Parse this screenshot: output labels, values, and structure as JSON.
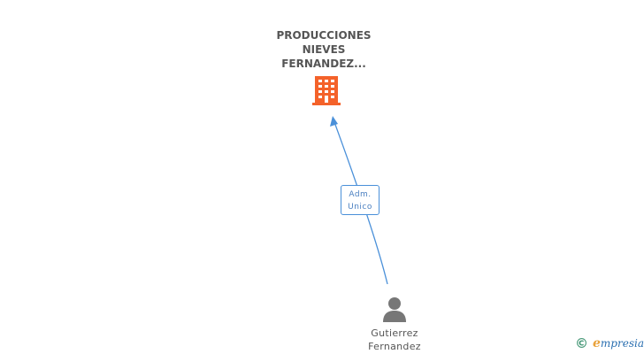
{
  "company": {
    "name": "PRODUCCIONES\nNIEVES\nFERNANDEZ...",
    "icon": "building-icon",
    "color": "#f4622a"
  },
  "relation": {
    "role_line1": "Adm.",
    "role_line2": "Unico",
    "edge_color": "#4a90d9"
  },
  "person": {
    "name": "Gutierrez\nFernandez",
    "icon": "person-icon",
    "color": "#777777"
  },
  "footer": {
    "copyright_symbol": "©",
    "brand_initial": "e",
    "brand_rest": "mpresia"
  }
}
